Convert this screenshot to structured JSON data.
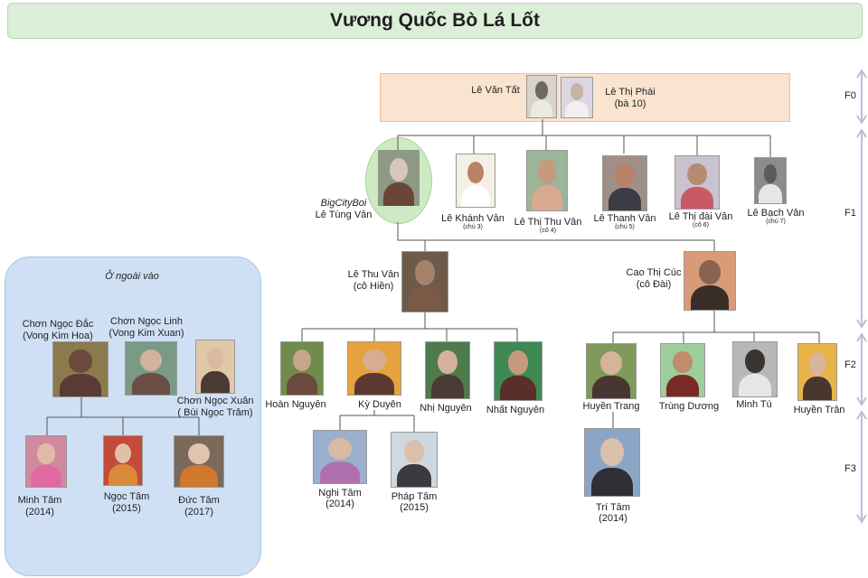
{
  "title": "Vương Quốc Bò Lá Lốt",
  "generations": [
    "F0",
    "F1",
    "F2",
    "F3"
  ],
  "outside": {
    "title": "Ở ngoài vào",
    "members": [
      {
        "name": "Chơn Ngọc Đắc",
        "sub": "(Vong Kim Hoa)"
      },
      {
        "name": "Chơn Ngọc Linh",
        "sub": "(Vong Kim Xuan)"
      },
      {
        "name": "Chơn Ngọc Xuân",
        "sub": "( Bùi Ngọc Trâm)"
      },
      {
        "name": "Minh Tâm",
        "sub": "(2014)"
      },
      {
        "name": "Ngọc Tâm",
        "sub": "(2015)"
      },
      {
        "name": "Đức Tâm",
        "sub": "(2017)"
      }
    ]
  },
  "f0": {
    "left": {
      "name": "Lê Văn Tất"
    },
    "right": {
      "name": "Lê Thị Phái",
      "sub": "(bà 10)"
    }
  },
  "f1": [
    {
      "alias": "BigCityBoi",
      "name": "Lê Tùng Vân"
    },
    {
      "name": "Lê Khánh Vân",
      "sub": "(chú 3)"
    },
    {
      "name": "Lê Thị Thu Vân",
      "sub": "(cô 4)"
    },
    {
      "name": "Lê Thanh Vân",
      "sub": "(chú 5)"
    },
    {
      "name": "Lê Thị đài Vân",
      "sub": "(cô 6)"
    },
    {
      "name": "Lê Bạch Vân",
      "sub": "(chú 7)"
    }
  ],
  "mothers": [
    {
      "name": "Lê Thu Vân",
      "sub": "(cô Hiền)"
    },
    {
      "name": "Cao Thị Cúc",
      "sub": "(cô Đài)"
    }
  ],
  "f2": [
    {
      "name": "Hoàn Nguyên"
    },
    {
      "name": "Kỳ Duyên"
    },
    {
      "name": "Nhị Nguyên"
    },
    {
      "name": "Nhất Nguyên"
    },
    {
      "name": "Huyền Trang"
    },
    {
      "name": "Trùng Dương"
    },
    {
      "name": "Minh Tú"
    },
    {
      "name": "Huyền Trân"
    }
  ],
  "f3": [
    {
      "name": "Nghi Tâm",
      "sub": "(2014)"
    },
    {
      "name": "Pháp Tâm",
      "sub": "(2015)"
    },
    {
      "name": "Trí Tâm",
      "sub": "(2014)"
    }
  ],
  "colors": {
    "title_bg": "#dcefd8",
    "f0_band": "#fbe4cf",
    "outside_bg": "#cfe0f5",
    "highlight_oval": "#cdeac4",
    "gen_arrow": "#c9b6dc",
    "connector": "#555555"
  }
}
